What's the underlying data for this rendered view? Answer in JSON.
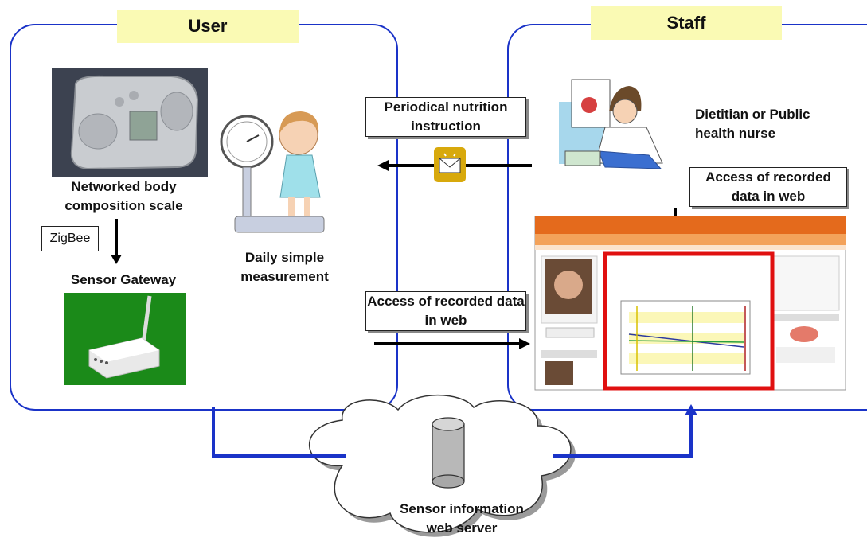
{
  "user_panel": {
    "title": "User",
    "scale_label": "Networked body composition scale",
    "zigbee_label": "ZigBee",
    "gateway_label": "Sensor Gateway",
    "measure_label": "Daily simple measurement"
  },
  "staff_panel": {
    "title": "Staff",
    "role_label": "Dietitian or Public health nurse",
    "access_label": "Access of recorded data in web"
  },
  "middle": {
    "instruction_label": "Periodical nutrition instruction",
    "access_label": "Access of recorded data in web"
  },
  "server": {
    "label": "Sensor information web server"
  },
  "colors": {
    "panel_border": "#1a33c8",
    "tag_background": "#fafab4",
    "connector": "#1a33c8",
    "highlight_frame": "#e01010",
    "web_banner": "#e46a1c"
  }
}
